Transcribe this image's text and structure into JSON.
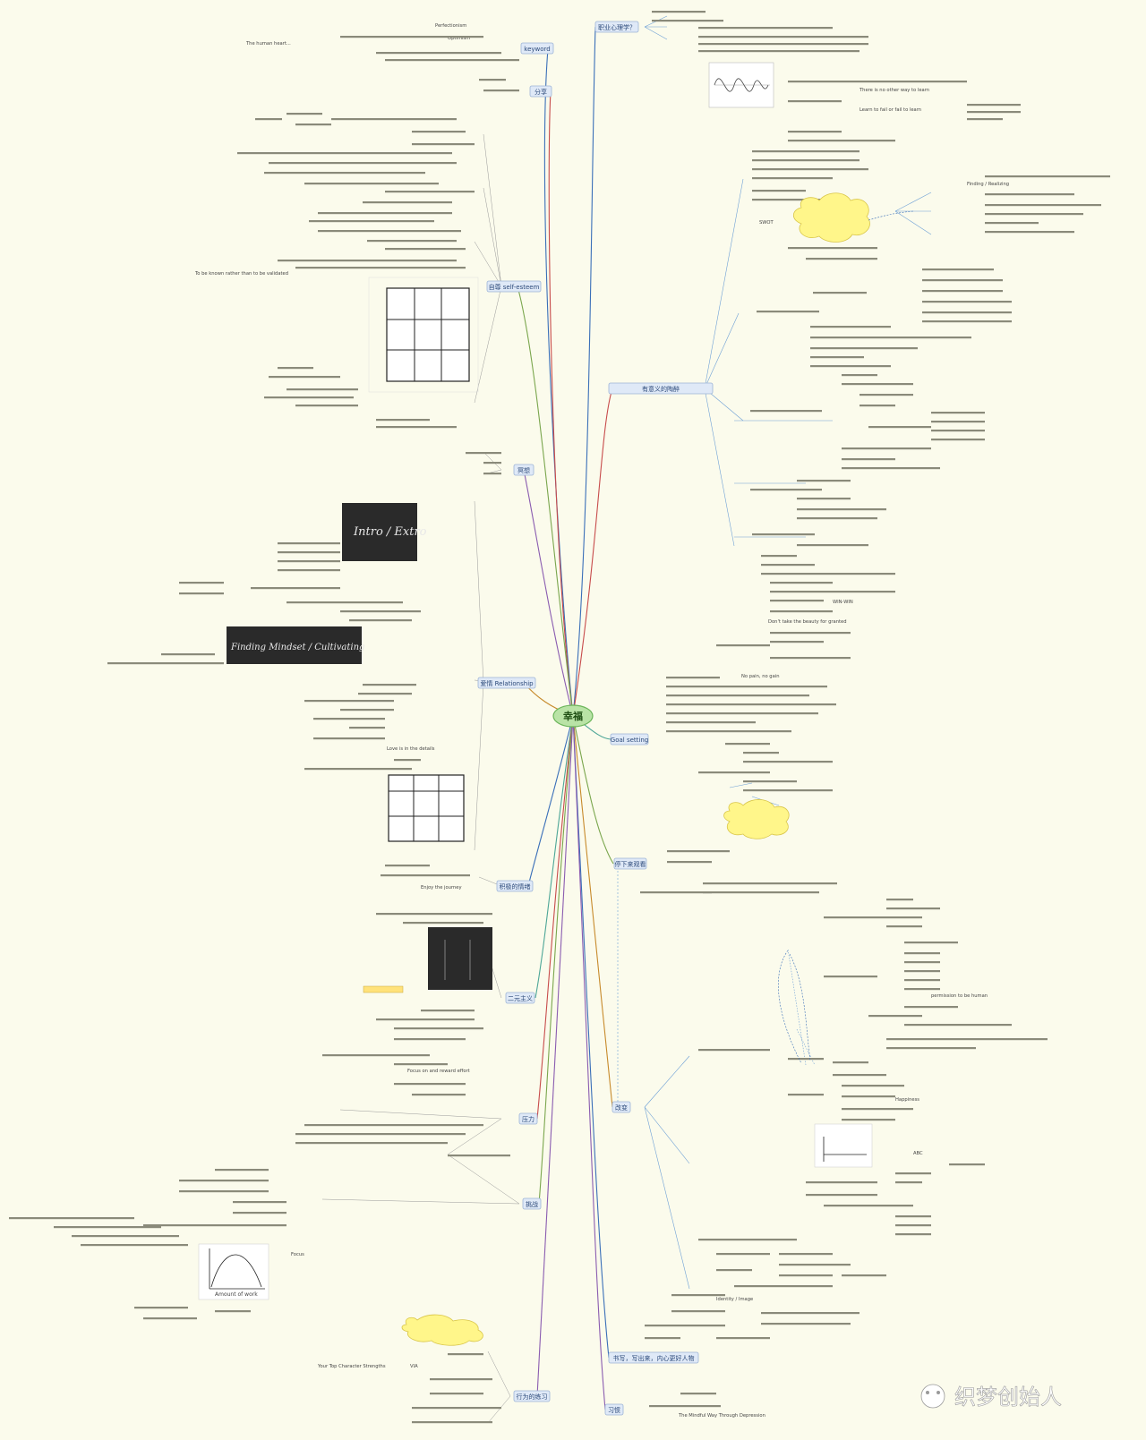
{
  "center": {
    "label": "幸福"
  },
  "branches": {
    "b1": "职业心理学？",
    "b2": "keyword",
    "b3": "分享",
    "b4": "自尊 self-esteem",
    "b5": "冥想",
    "b6": "爱情 Relationship",
    "b7": "积极的情绪",
    "b8": "二元主义",
    "b9": "压力",
    "b10": "挑战",
    "b11": "有意义的陶醉",
    "b12": "Goal setting",
    "b13": "停下来观看",
    "b14": "改变",
    "b15": "书写，写出来，内心更好人物",
    "b16": "习惯",
    "b17": "行为的练习"
  },
  "leaves": {
    "l1": "Perfectionism",
    "l2": "Optimism",
    "l3": "The human heart...",
    "l4": "To be known rather than to be validated",
    "l5": "Enjoy the journey",
    "l6": "Focus on and reward effort",
    "l7": "Intro / Extro",
    "l8": "Finding Mindset / Cultivating",
    "l9": "Amount of work",
    "l10": "Your Top Character Strengths",
    "l11": "VIA",
    "l12": "Learn to fail or fail to learn",
    "l13": "There is no other way to learn",
    "l14": "permission to be human",
    "l15": "Don't take the beauty for granted",
    "l16": "Happiness",
    "l17": "Finding / Realizing",
    "l18": "The Mindful Way Through Depression",
    "l19": "No pain, no gain",
    "l20": "Love is in the details",
    "l21": "WIN-WIN",
    "l22": "ABC",
    "l23": "Identity / Image",
    "l24": "Focus",
    "l25": "SWOT"
  },
  "watermark": "织梦创始人"
}
